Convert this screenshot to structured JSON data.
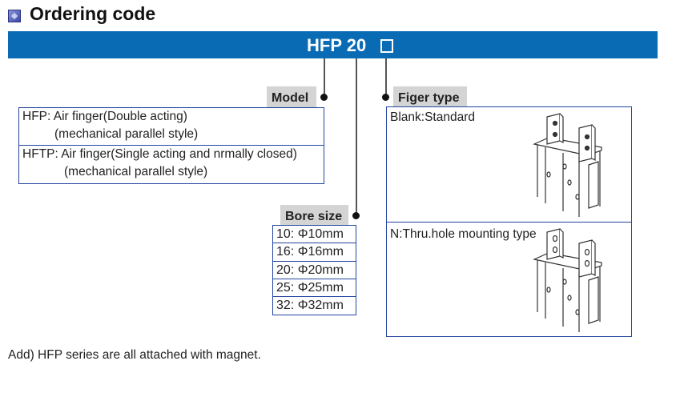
{
  "title": "Ordering code",
  "code": {
    "text": "HFP 20",
    "option_box": "□"
  },
  "model": {
    "label": "Model",
    "items": [
      {
        "line1": "HFP: Air finger(Double acting)",
        "line2": "(mechanical parallel style)"
      },
      {
        "line1": "HFTP: Air finger(Single acting and nrmally closed)",
        "line2": "(mechanical parallel style)"
      }
    ]
  },
  "bore": {
    "label": "Bore size",
    "items": [
      "10:  Φ10mm",
      "16:  Φ16mm",
      "20:  Φ20mm",
      "25:  Φ25mm",
      "32:  Φ32mm"
    ]
  },
  "finger": {
    "label": "Figer type",
    "items": [
      "Blank:Standard",
      "N:Thru.hole mounting type"
    ]
  },
  "note": "Add) HFP series are all attached with magnet.",
  "colors": {
    "bar": "#0a6bb5",
    "border": "#2345a0",
    "label_bg": "#d4d4d4"
  }
}
